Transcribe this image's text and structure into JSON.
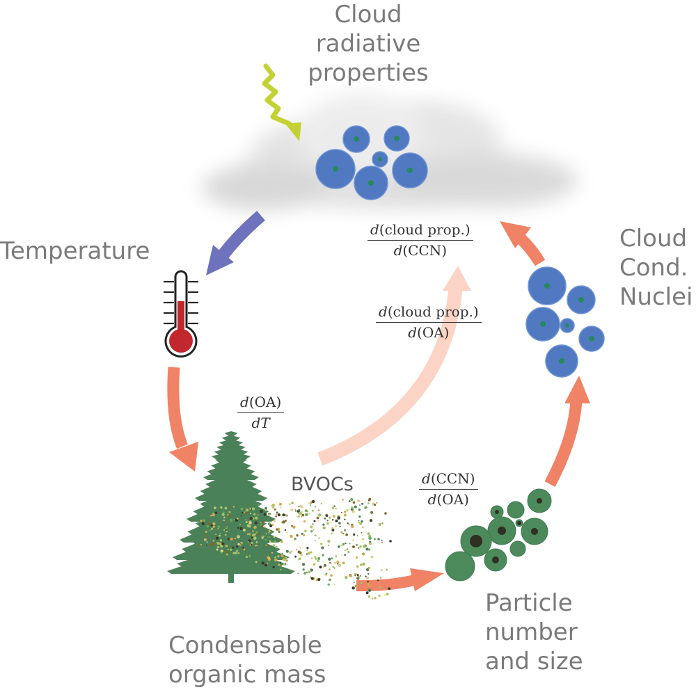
{
  "labels": {
    "cloud_radiative": [
      "Cloud",
      "radiative",
      "properties"
    ],
    "temperature": "Temperature",
    "ccn": [
      "Cloud",
      "Cond.",
      "Nuclei"
    ],
    "bvocs": "BVOCs",
    "condensable": [
      "Condensable",
      "organic mass"
    ],
    "particle": [
      "Particle",
      "number",
      "and size"
    ]
  },
  "derivatives": {
    "dcloud_dccn": {
      "d": "d",
      "num": "(cloud prop.)",
      "den": "(CCN)"
    },
    "dcloud_doa": {
      "d": "d",
      "num": "(cloud prop.)",
      "den": "(OA)"
    },
    "doa_dt": {
      "d": "d",
      "num": "(OA)",
      "den_var": "T"
    },
    "dccn_doa": {
      "d": "d",
      "num": "(CCN)",
      "den": "(OA)"
    }
  },
  "colors": {
    "arrow_main": "#f08266",
    "arrow_faint": "#fbd4c6",
    "arrow_temp": "#6e72bd",
    "sun_ray": "#c3d132",
    "cloud_drop": "#5179c1",
    "cloud_nucleus": "#26885f",
    "particle": "#4c8a5c",
    "particle_core": "#2f2f22",
    "tree": "#4b8158",
    "thermo_red": "#c1272d"
  }
}
